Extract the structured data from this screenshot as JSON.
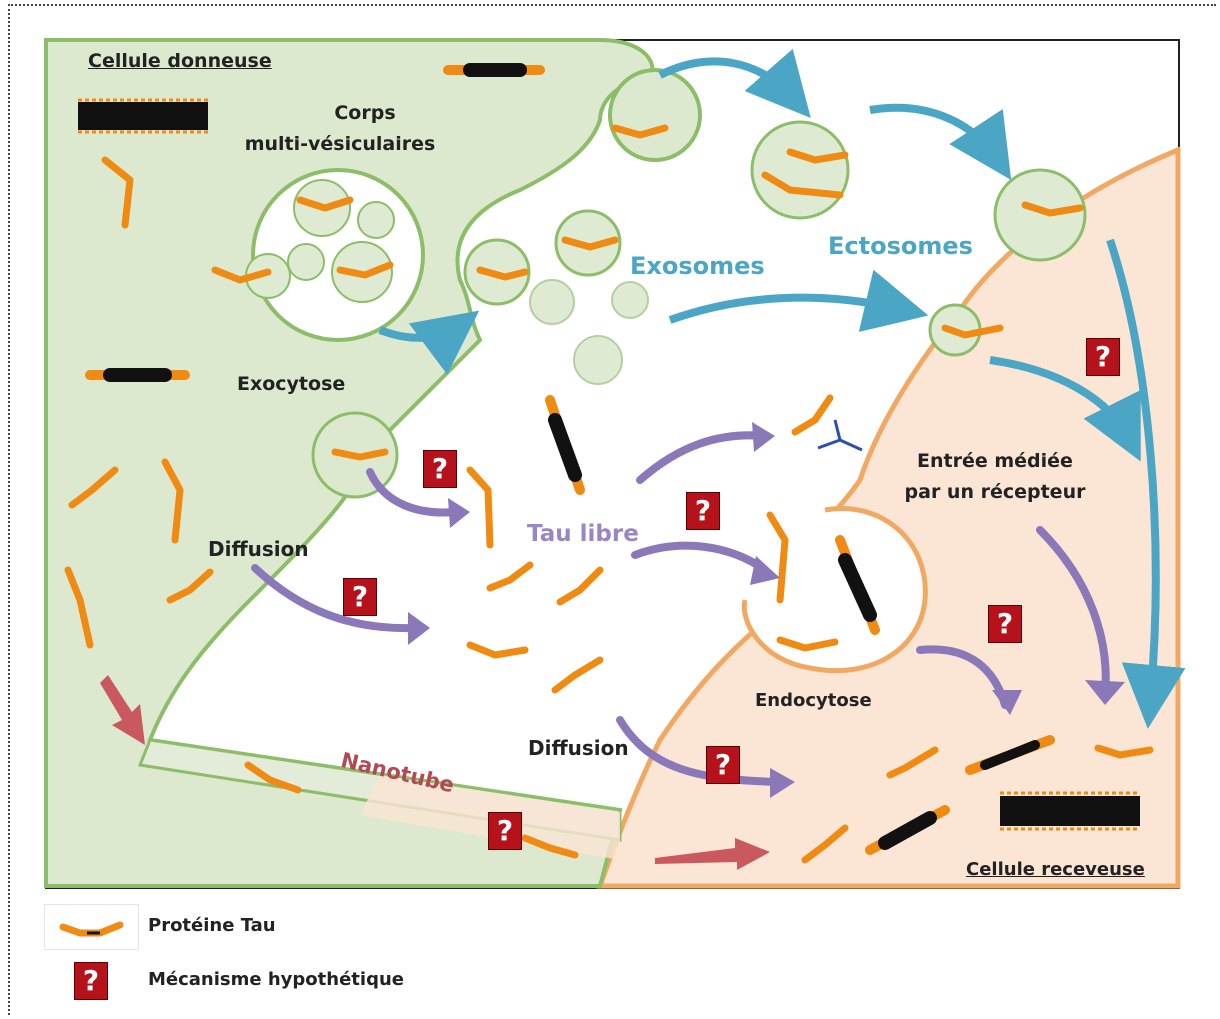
{
  "labels": {
    "donor_cell": "Cellule donneuse",
    "mvb_line1": "Corps",
    "mvb_line2": "multi-vésiculaires",
    "exosomes": "Exosomes",
    "ectosomes": "Ectosomes",
    "exocytose": "Exocytose",
    "diffusion_left": "Diffusion",
    "tau_libre": "Tau libre",
    "receptor_line1": "Entrée médiée",
    "receptor_line2": "par un récepteur",
    "endocytose": "Endocytose",
    "diffusion_bottom": "Diffusion",
    "nanotube": "Nanotube",
    "recipient_cell": "Cellule receveuse"
  },
  "question_mark": "?",
  "legend": {
    "tau_protein": "Protéine Tau",
    "hypothetical": "Mécanisme hypothétique"
  },
  "colors": {
    "donor_fill": "#dde9cf",
    "donor_border": "#8cbd68",
    "vesicle_fill": "#dfead3",
    "recipient_fill": "#fbe5d5",
    "recipient_border": "#f1a863",
    "tau": "#ef8a12",
    "arrow_blue": "#4aa6c4",
    "arrow_purple": "#8b78b8",
    "arrow_red": "#c9595e",
    "question_box": "#b5121b"
  }
}
